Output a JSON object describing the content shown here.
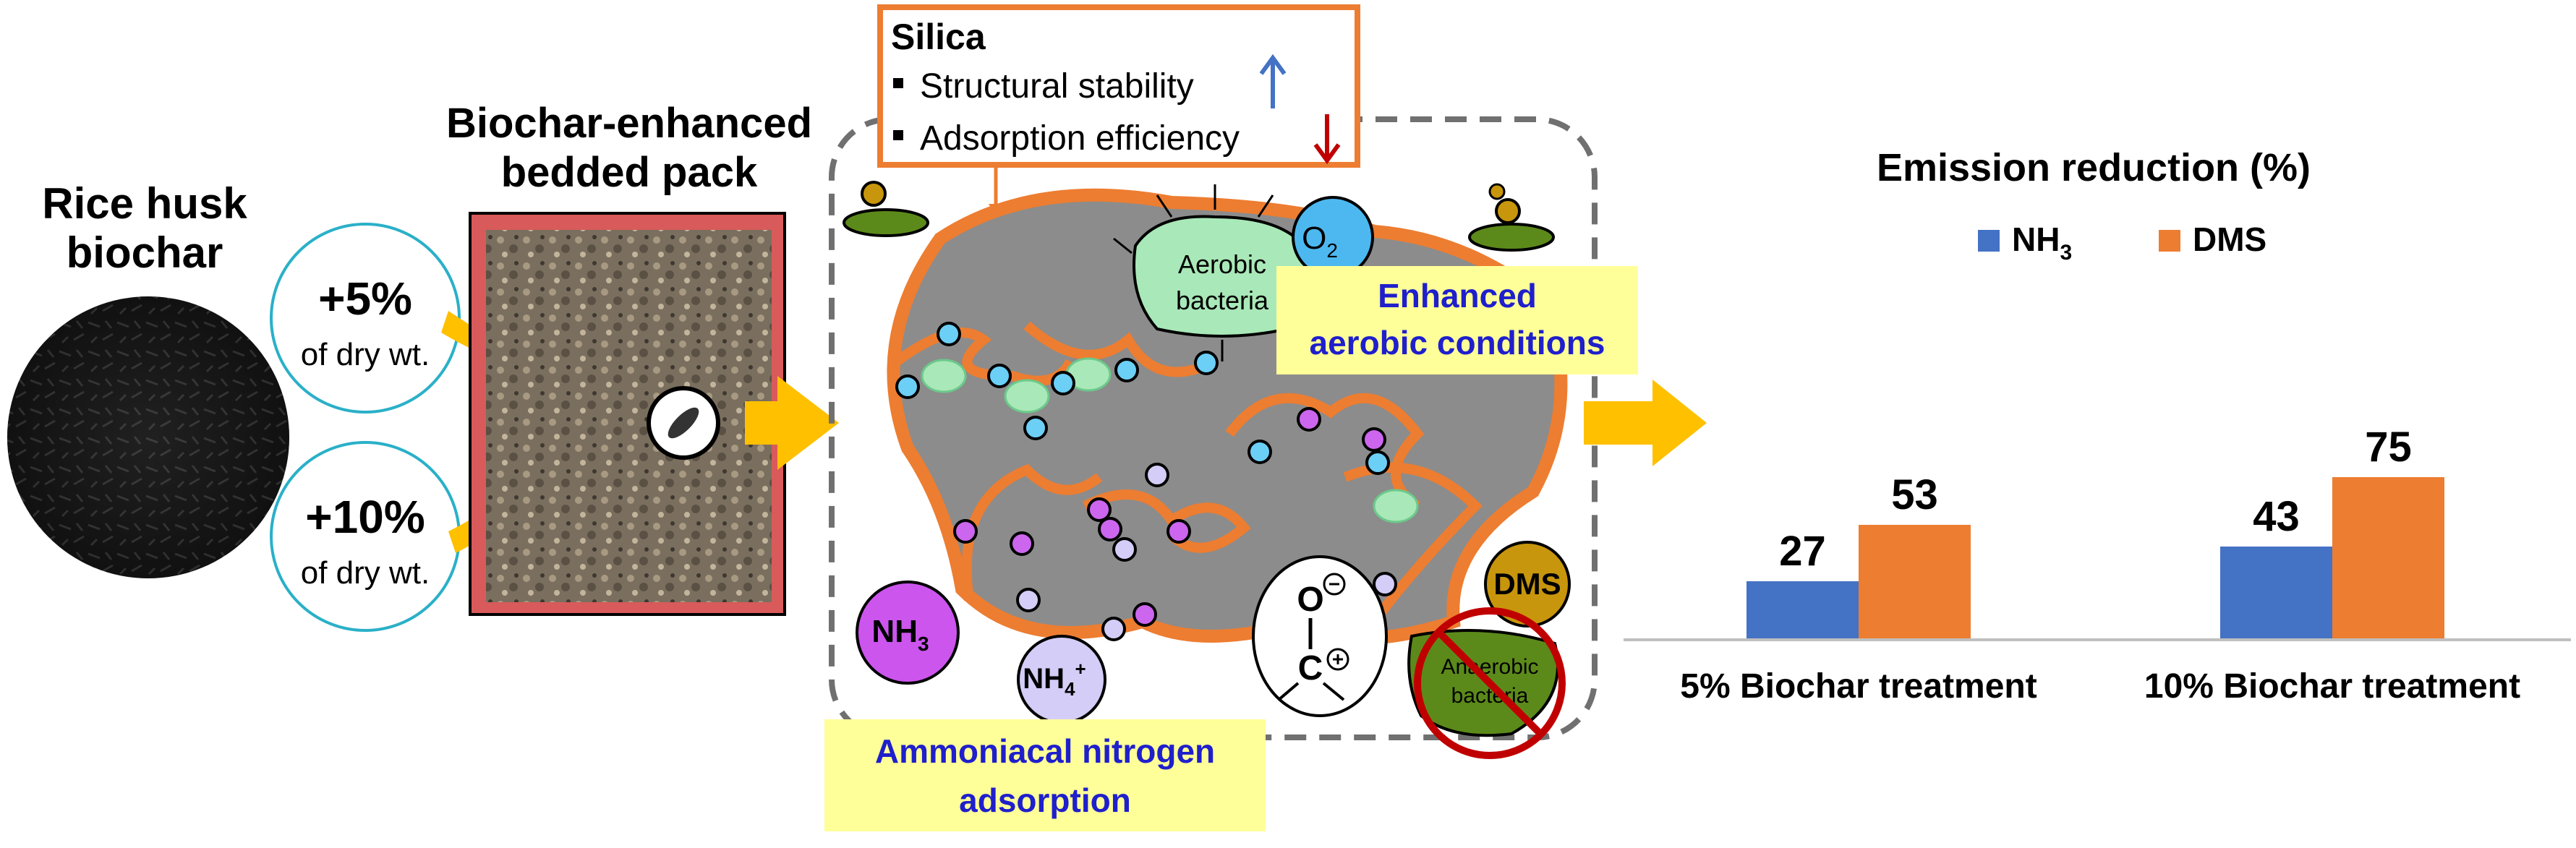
{
  "left": {
    "title_line1": "Rice husk",
    "title_line2": "biochar",
    "dose1_value": "+5%",
    "dose1_unit": "of dry wt.",
    "dose2_value": "+10%",
    "dose2_unit": "of dry wt."
  },
  "pack": {
    "title_line1": "Biochar-enhanced",
    "title_line2": "bedded pack"
  },
  "mechanism": {
    "silica_title": "Silica",
    "silica_item1": "Structural stability",
    "silica_item2": "Adsorption efficiency",
    "aerobic_line1": "Aerobic",
    "aerobic_line2": "bacteria",
    "o2": "O",
    "o2_sub": "2",
    "enhanced_line1": "Enhanced",
    "enhanced_line2": "aerobic conditions",
    "nh3": "NH",
    "nh3_sub": "3",
    "nh4": "NH",
    "nh4_sub": "4",
    "nh4_sup": "+",
    "dms": "DMS",
    "anaerobic_line1": "Anaerobic",
    "anaerobic_line2": "bacteria",
    "mol_o": "O",
    "mol_c": "C",
    "ammoniacal_line1": "Ammoniacal nitrogen",
    "ammoniacal_line2": "adsorption"
  },
  "colors": {
    "nh3_series": "#4472c4",
    "dms_series": "#ed7d31",
    "highlight_box": "#ffff99",
    "blue_text": "#1f1fcc",
    "arrow": "#ffc000"
  },
  "chart_data": {
    "type": "bar",
    "title": "Emission reduction (%)",
    "categories": [
      "5% Biochar treatment",
      "10% Biochar treatment"
    ],
    "series": [
      {
        "name": "NH3",
        "values": [
          27,
          43
        ],
        "color": "#4472c4"
      },
      {
        "name": "DMS",
        "values": [
          53,
          75
        ],
        "color": "#ed7d31"
      }
    ],
    "legend": [
      "NH3",
      "DMS"
    ],
    "legend_placement": "top-center",
    "ylim": [
      0,
      100
    ],
    "data_labels": true,
    "grid": false
  }
}
